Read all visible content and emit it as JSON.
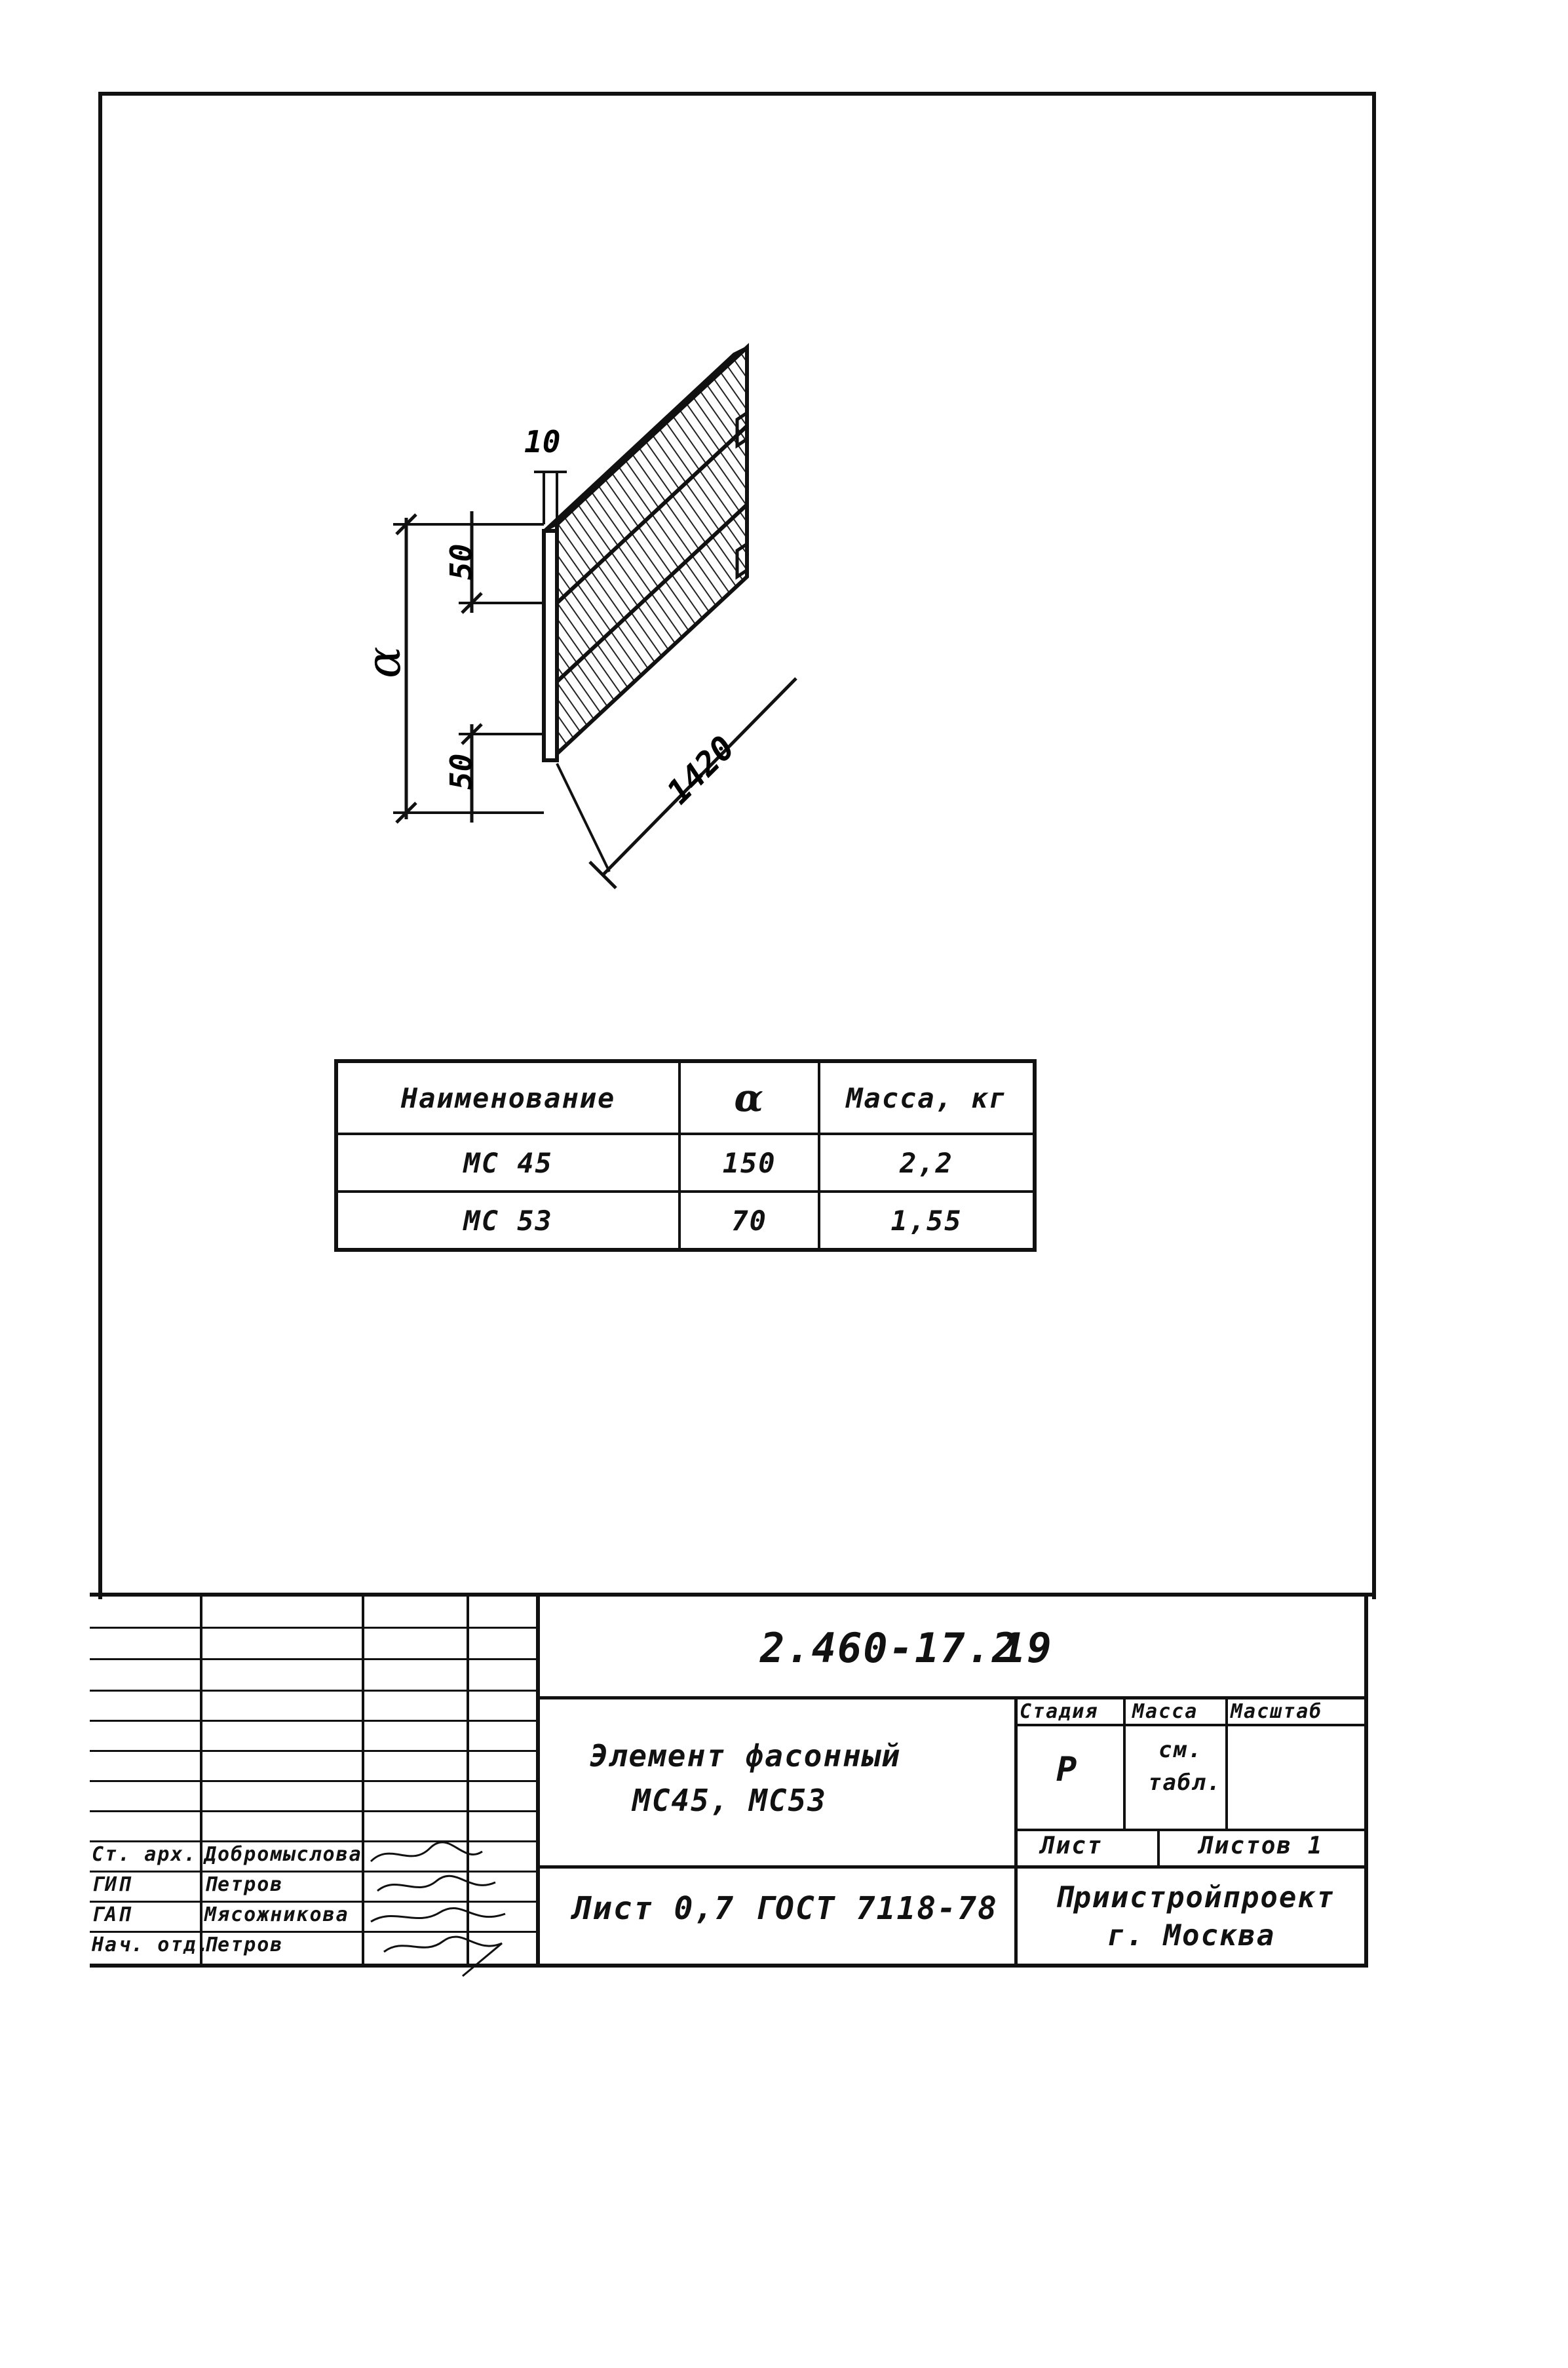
{
  "drawing": {
    "dim_thickness": "10",
    "dim_top_flange": "50",
    "dim_bottom_flange": "50",
    "dim_height": "α",
    "dim_length": "1420"
  },
  "spec_table": {
    "headers": [
      "Наименование",
      "α",
      "Масса, кг"
    ],
    "rows": [
      [
        "МС 45",
        "150",
        "2,2"
      ],
      [
        "МС 53",
        "70",
        "1,55"
      ]
    ]
  },
  "title_block": {
    "doc_code": "2.460-17.2",
    "sheet_ref": "19",
    "name_line1": "Элемент фасонный",
    "name_line2": "МС45, МС53",
    "material": "Лист 0,7 ГОСТ 7118-78",
    "stage_label": "Стадия",
    "mass_label": "Масса",
    "scale_label": "Масштаб",
    "stage_value": "Р",
    "mass_value_1": "см.",
    "mass_value_2": "табл.",
    "sheet_label": "Лист",
    "sheets_label": "Листов 1",
    "org_line1": "Приистройпроект",
    "org_line2": "г. Москва",
    "signatures": [
      {
        "role": "Ст. арх.",
        "name": "Добромыслова"
      },
      {
        "role": "ГИП",
        "name": "Петров"
      },
      {
        "role": "ГАП",
        "name": "Мясожникова"
      },
      {
        "role": "Нач. отд.",
        "name": "Петров"
      }
    ]
  }
}
